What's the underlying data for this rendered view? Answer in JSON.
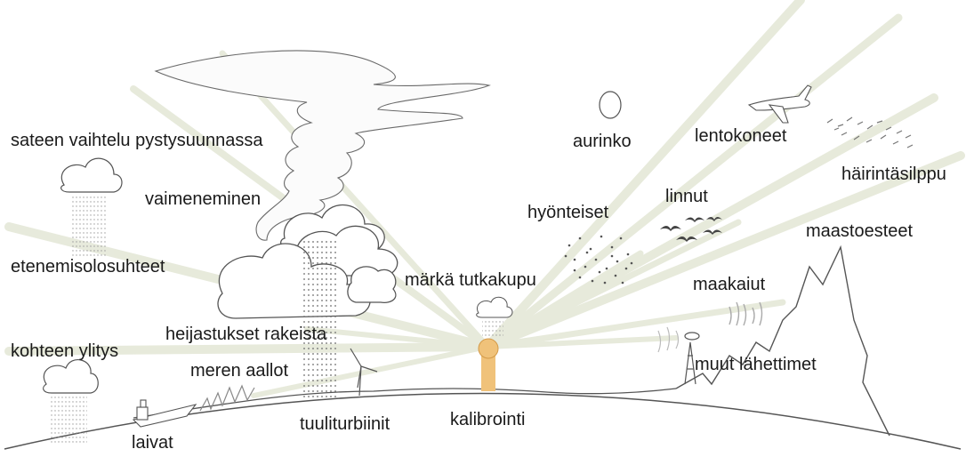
{
  "labels": {
    "rain_variation": "sateen vaihtelu pystysuunnassa",
    "attenuation": "vaimeneminen",
    "propagation": "etenemisolosuhteet",
    "overshoot": "kohteen ylitys",
    "hail_reflections": "heijastukset rakeista",
    "sea_waves": "meren aallot",
    "ships": "laivat",
    "wind_turbines": "tuuliturbiinit",
    "calibration": "kalibrointi",
    "wet_radome": "märkä tutkakupu",
    "insects": "hyönteiset",
    "birds": "linnut",
    "sun": "aurinko",
    "aircraft": "lentokoneet",
    "chaff": "häirintäsilppu",
    "terrain": "maastoesteet",
    "ground_clutter": "maakaiut",
    "other_transmitters": "muut lähettimet"
  },
  "colors": {
    "radar": "#f0c27a",
    "beam": "#e9ecdf",
    "outline": "#555555"
  }
}
